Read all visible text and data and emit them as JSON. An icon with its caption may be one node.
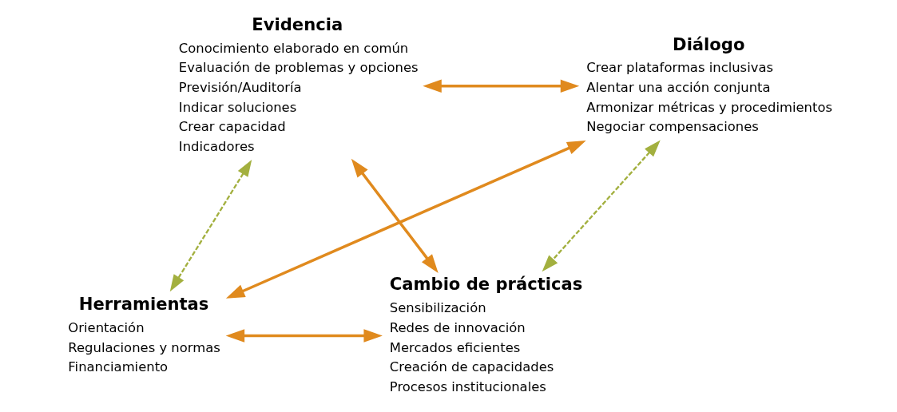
{
  "diagram": {
    "nodes": [
      {
        "text": [
          "Evidencia",
          "Conocimiento elaborado en común",
          "Evaluación de problemas y opciones",
          "Previsión/Auditoría",
          "Indicar soluciones",
          "Crear capacidad",
          "Indicadores"
        ]
      },
      {
        "text": [
          "Diálogo",
          "Crear plataformas inclusivas",
          "Alentar una acción conjunta",
          "Armonizar métricas y procedimientos",
          "Negociar compensaciones"
        ]
      },
      {
        "text": [
          "Cambio de prácticas",
          "Sensibilización",
          "Redes de innovación",
          "Mercados eficientes",
          "Creación de capacidades",
          "Procesos institucionales"
        ]
      },
      {
        "text": [
          "Herramientas",
          "Orientación",
          "Regulaciones y normas",
          "Financiamiento"
        ]
      }
    ],
    "edges": [
      {
        "from": 0,
        "to": 1,
        "arrow": "both"
      },
      {
        "from": 1,
        "to": 3,
        "arrow": "both"
      },
      {
        "from": 3,
        "to": 2,
        "arrow": "both"
      },
      {
        "from": 2,
        "to": 0,
        "arrow": "both"
      },
      {
        "from": 0,
        "to": 3,
        "arrow": "both",
        "style": "dashed",
        "color": "#a3b03f"
      },
      {
        "from": 1,
        "to": 2,
        "arrow": "both",
        "style": "dashed",
        "color": "#a3b03f"
      }
    ]
  }
}
